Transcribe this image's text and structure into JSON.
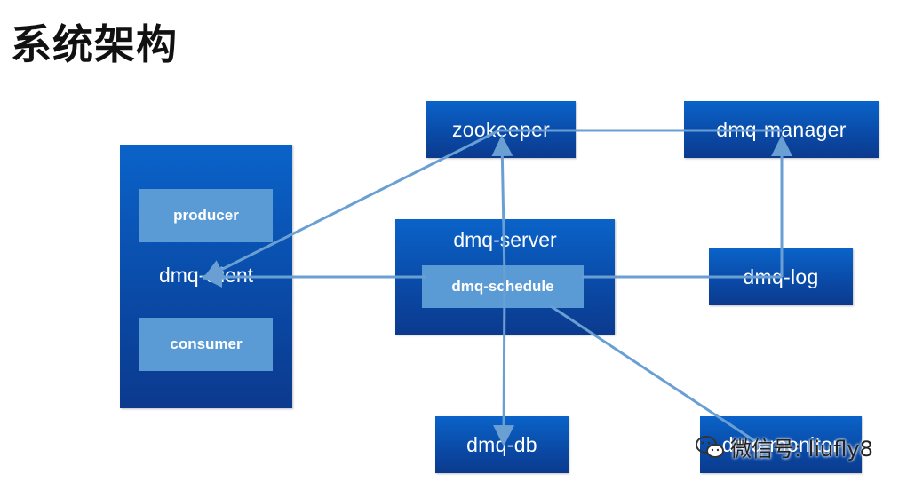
{
  "title": "系统架构",
  "nodes": {
    "zookeeper": "zookeeper",
    "dmq_manager": "dmq-manager",
    "dmq_client": "dmq-client",
    "producer": "producer",
    "consumer": "consumer",
    "dmq_server": "dmq-server",
    "dmq_schedule": "dmq-schedule",
    "dmq_log": "dmq-log",
    "dmq_db": "dmq-db",
    "dmq_monitor_partial": "dmq-monitor"
  },
  "watermark": {
    "icon": "wechat-icon",
    "text": "微信号: liufly8"
  },
  "colors": {
    "box_top": "#0a63c9",
    "box_bottom": "#0b3a8e",
    "inner_box": "#5b9bd5",
    "arrow": "#6a9fd4"
  }
}
